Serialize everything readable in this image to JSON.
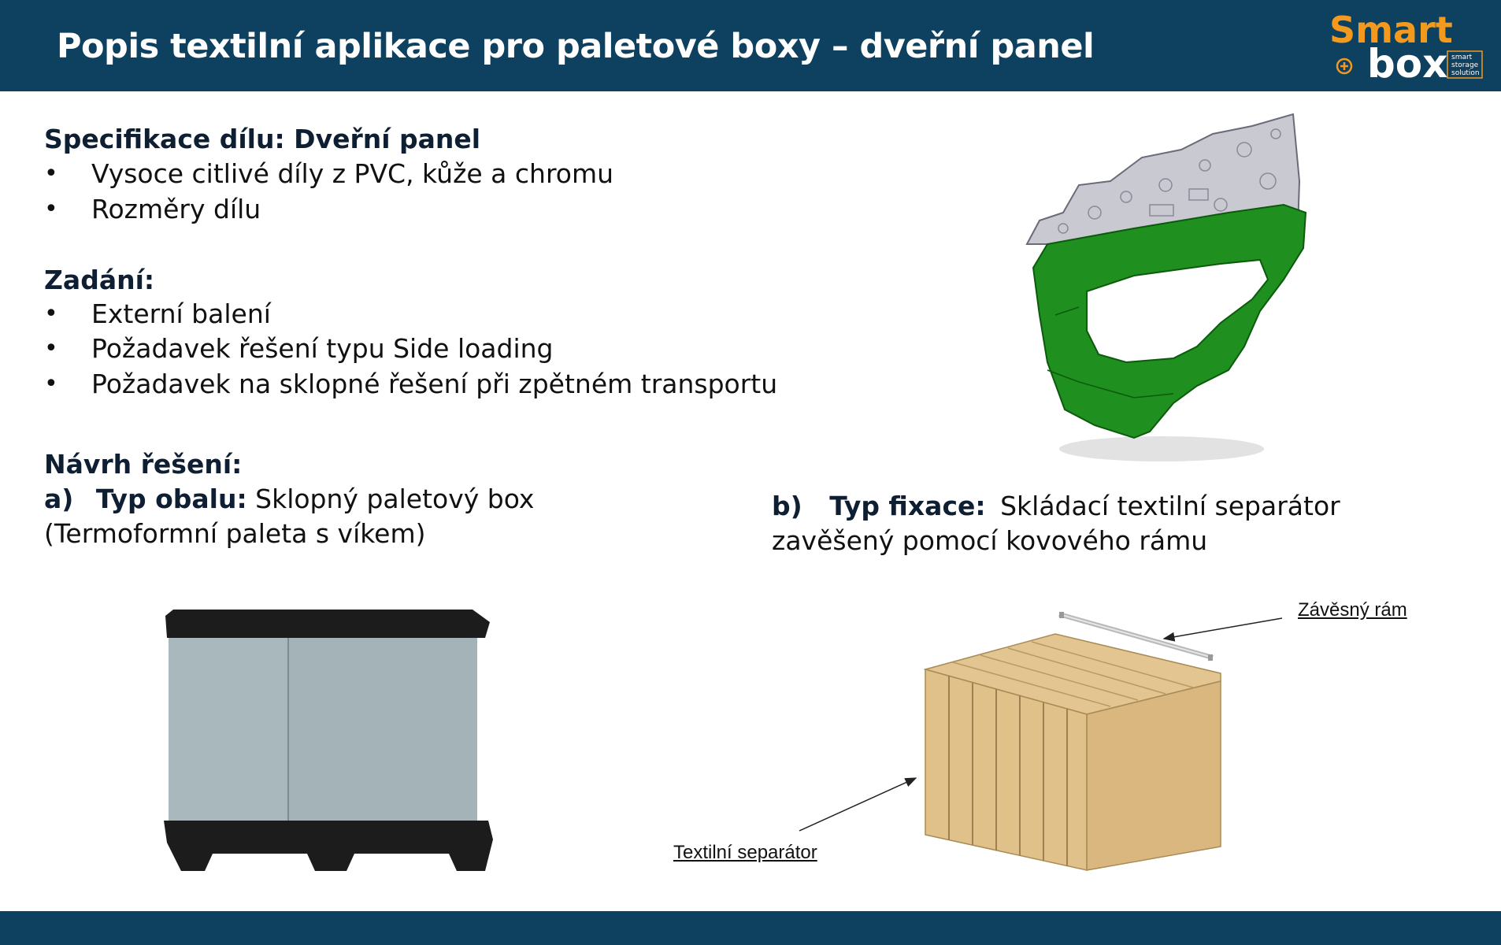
{
  "header": {
    "title": "Popis textilní aplikace pro paletové boxy – dveřní panel",
    "logo": {
      "word1": "Smart",
      "word2": "box",
      "tagline": [
        "smart",
        "storage",
        "solution"
      ]
    }
  },
  "spec": {
    "heading": "Specifikace dílu: Dveřní panel",
    "items": [
      "Vysoce citlivé díly z PVC, kůže a chromu",
      "Rozměry dílu"
    ]
  },
  "assignment": {
    "heading": "Zadání:",
    "items": [
      "Externí balení",
      "Požadavek řešení typu Side loading",
      "Požadavek na sklopné řešení při zpětném transportu"
    ]
  },
  "solution": {
    "heading": "Návrh řešení:",
    "a": {
      "marker": "a)",
      "label": "Typ obalu:",
      "text": "Sklopný paletový box",
      "line2": "(Termoformní paleta s víkem)"
    },
    "b": {
      "marker": "b)",
      "label": "Typ fixace:",
      "text": "Skládací textilní separátor",
      "line2": "zavěšený pomocí kovového rámu"
    }
  },
  "bullet_symbol": "•",
  "callouts": {
    "frame": "Závěsný rám",
    "separator": "Textilní separátor"
  },
  "colors": {
    "header_bg": "#0e4060",
    "logo_orange": "#f39a1e",
    "door_green": "#1f8f1f",
    "cardboard": "#d9b77e"
  }
}
